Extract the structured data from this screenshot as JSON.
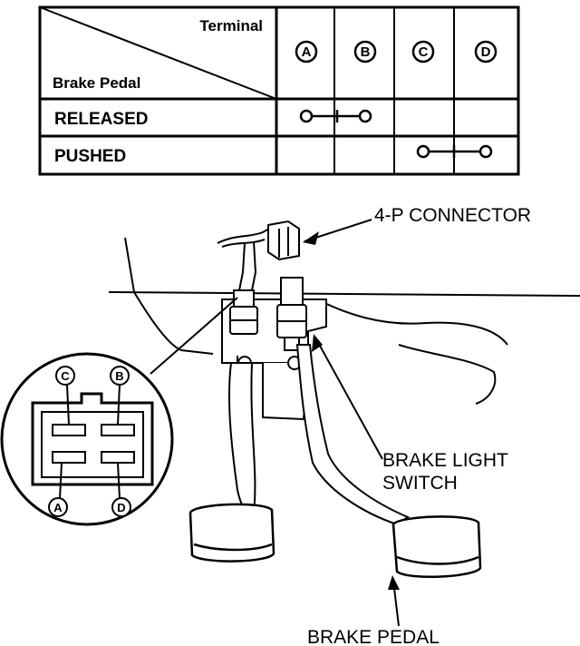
{
  "table": {
    "header_terminal": "Terminal",
    "header_brake_pedal": "Brake Pedal",
    "terminals": [
      "A",
      "B",
      "C",
      "D"
    ],
    "rows": [
      {
        "label": "RELEASED",
        "continuity": [
          "A",
          "B"
        ]
      },
      {
        "label": "PUSHED",
        "continuity": [
          "C",
          "D"
        ]
      }
    ]
  },
  "callouts": {
    "connector": "4-P CONNECTOR",
    "switch_line1": "BRAKE LIGHT",
    "switch_line2": "SWITCH",
    "pedal": "BRAKE PEDAL"
  },
  "connector_pins": {
    "top_left": "C",
    "top_right": "B",
    "bottom_left": "A",
    "bottom_right": "D"
  },
  "colors": {
    "ink": "#000000",
    "paper": "#ffffff"
  }
}
